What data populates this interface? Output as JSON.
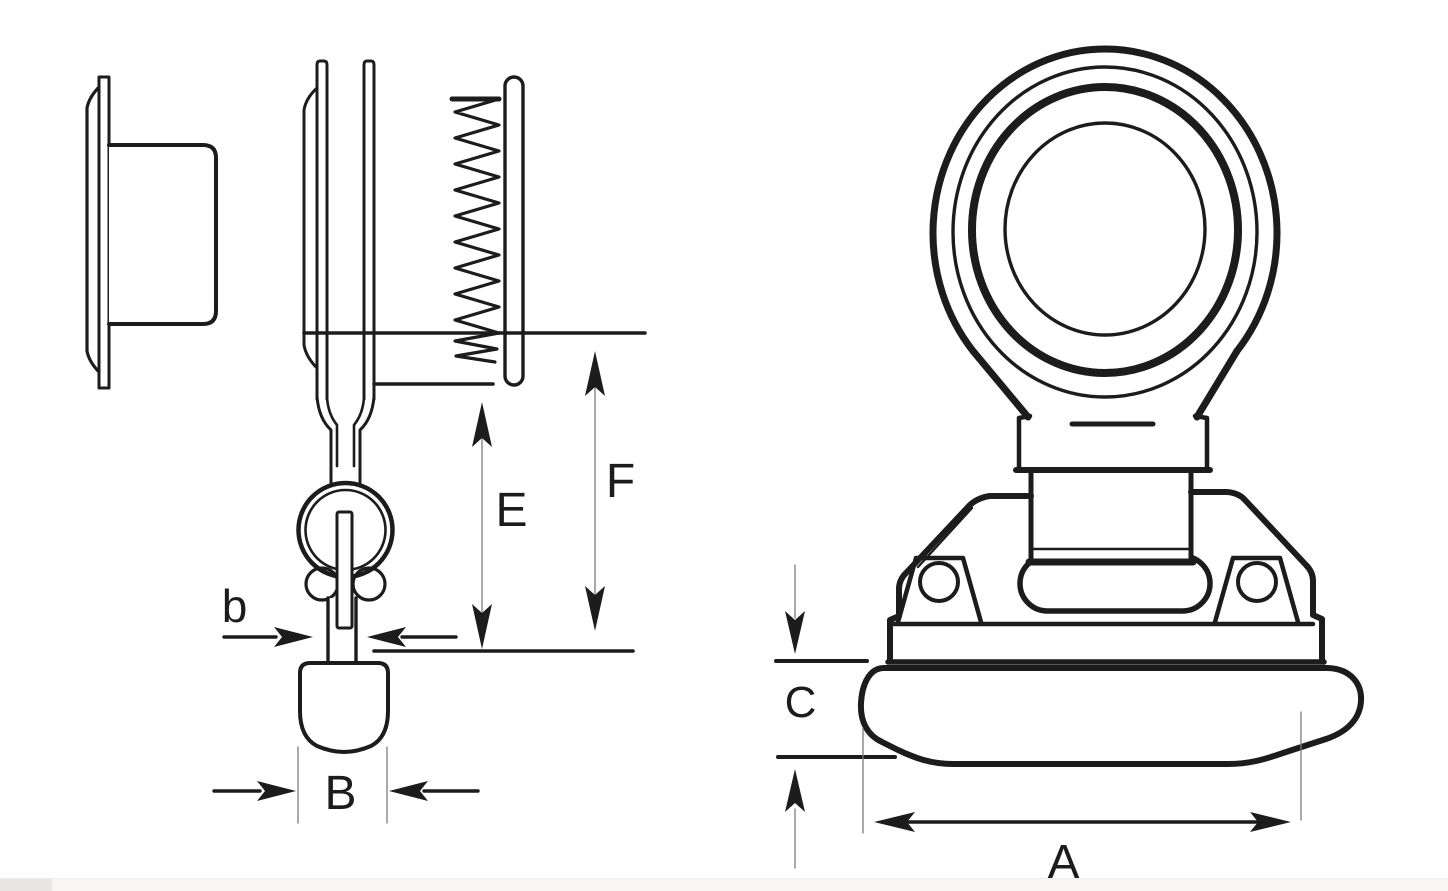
{
  "diagram": {
    "background": "#ffffff",
    "line_color": "#1c1c1c",
    "labels": {
      "front_base_width": "A",
      "side_foot_width": "B",
      "side_stud_width": "b",
      "front_base_height": "C",
      "side_inner_height": "E",
      "side_overall_height": "F"
    }
  }
}
